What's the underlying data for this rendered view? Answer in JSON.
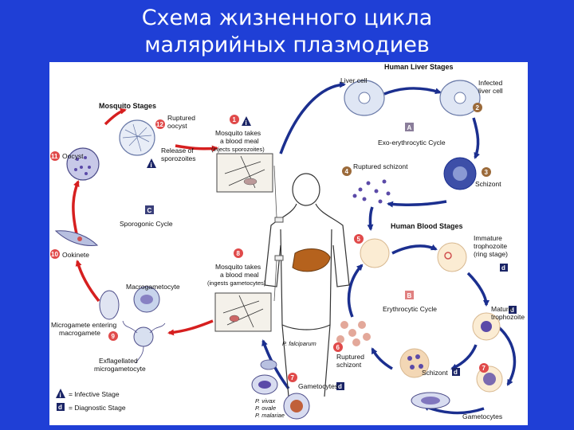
{
  "title": {
    "line1": "Схема жизненного цикла",
    "line2": "малярийных плазмодиев"
  },
  "sections": {
    "mosquito_stages": "Mosquito Stages",
    "human_liver_stages": "Human Liver Stages",
    "human_blood_stages": "Human Blood Stages"
  },
  "cycles": {
    "exo": {
      "letter": "A",
      "label": "Exo-erythrocytic Cycle"
    },
    "ery": {
      "letter": "B",
      "label": "Erythrocytic Cycle"
    },
    "spo": {
      "letter": "C",
      "label": "Sporogonic Cycle"
    }
  },
  "stages": {
    "s1": {
      "num": "1",
      "lines": [
        "Mosquito takes",
        "a blood meal",
        "(injects sporozoites)"
      ]
    },
    "s2": {
      "num": "2",
      "lines": [
        "Infected",
        "liver cell"
      ]
    },
    "liver": {
      "lines": [
        "Liver cell"
      ]
    },
    "s3": {
      "num": "3",
      "lines": [
        "Schizont"
      ]
    },
    "s4": {
      "num": "4",
      "lines": [
        "Ruptured schizont"
      ]
    },
    "s5": {
      "num": "5"
    },
    "imm": {
      "lines": [
        "Immature",
        "trophozoite",
        "(ring stage)"
      ]
    },
    "mat": {
      "lines": [
        "Mature",
        "trophozoite"
      ]
    },
    "s6": {
      "num": "6",
      "lines": [
        "Ruptured",
        "schizont"
      ]
    },
    "schz": {
      "lines": [
        "Schizont"
      ]
    },
    "s7": {
      "num": "7",
      "lines": [
        "Gametocytes"
      ]
    },
    "s7b": {
      "num": "7",
      "lines": [
        "Gametocytes"
      ]
    },
    "s8": {
      "num": "8",
      "lines": [
        "Mosquito takes",
        "a blood meal",
        "(ingests gametocytes)"
      ]
    },
    "s9": {
      "num": "9",
      "lines": [
        "Microgamete entering",
        "macrogamete"
      ]
    },
    "macro": {
      "lines": [
        "Macrogametocyte"
      ]
    },
    "exfl": {
      "lines": [
        "Exflagellated",
        "microgametocyte"
      ]
    },
    "s10": {
      "num": "10",
      "lines": [
        "Ookinete"
      ]
    },
    "s11": {
      "num": "11",
      "lines": [
        "Oocyst"
      ]
    },
    "s12": {
      "num": "12",
      "lines": [
        "Ruptured",
        "oocyst"
      ]
    },
    "rel": {
      "lines": [
        "Release of",
        "sporozoites"
      ]
    }
  },
  "species": {
    "falciparum": "P. falciparum",
    "others": [
      "P. vivax",
      "P. ovale",
      "P. malariae"
    ]
  },
  "markers": {
    "infective": "i",
    "diagnostic": "d"
  },
  "legend": {
    "infective": "= Infective Stage",
    "diagnostic": "= Diagnostic Stage"
  },
  "colors": {
    "background": "#1f3fd6",
    "red_arrow": "#d61f1f",
    "blue_arrow": "#1b2f8f",
    "stage_num_red": "#e04a4a",
    "stage_num_brown": "#9b6a3a",
    "marker_navy": "#1a2466",
    "cycle_box": "#8a7d9a",
    "parasite": "#5b4aa8",
    "rbc": "#f3d7b5",
    "liver": "#b5621d"
  }
}
